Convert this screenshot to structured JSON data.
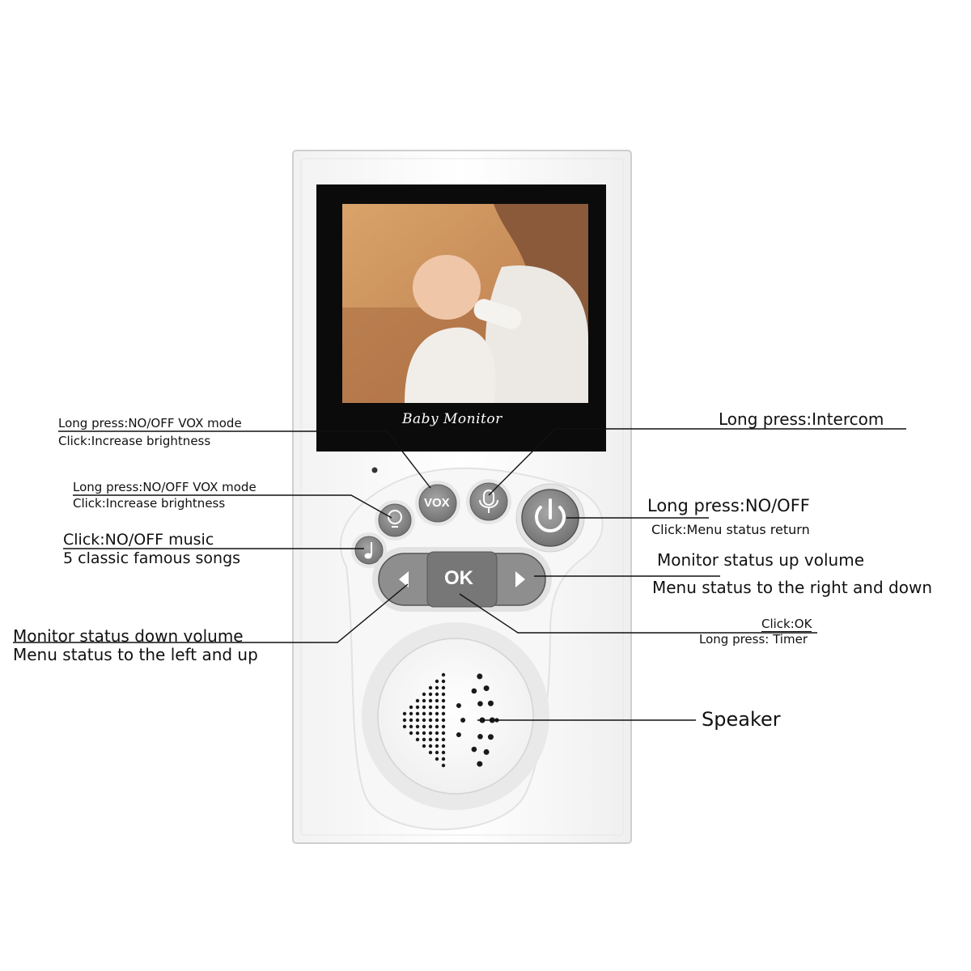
{
  "device": {
    "brand_logo": "Baby Monitor",
    "buttons": {
      "vox": "VOX",
      "ok": "OK"
    }
  },
  "callouts": {
    "vox_line1": "Long press:NO/OFF VOX mode",
    "vox_line2": "Click:Increase brightness",
    "light_line1": "Long press:NO/OFF VOX mode",
    "light_line2": "Click:Increase brightness",
    "music_line1": "Click:NO/OFF music",
    "music_line2": "5 classic famous songs",
    "left_line1": "Monitor status down volume",
    "left_line2": "Menu status to the left and up",
    "intercom": "Long press:Intercom",
    "power_line1": "Long  press:NO/OFF",
    "power_line2": "Click:Menu status return",
    "right_line1": "Monitor status up volume",
    "right_line2": "Menu status to the right and down",
    "ok_line1": "Click:OK",
    "ok_line2": "Long press: Timer",
    "speaker": "Speaker"
  },
  "colors": {
    "device_body": "#fbfbfb",
    "screen_bezel": "#0b0b0b",
    "button_gray": "#8c8c8c",
    "button_dark": "#6e6e6e",
    "button_ring": "#d9d9d9",
    "leader_line": "#111111"
  },
  "icons": [
    "vox-icon",
    "microphone-icon",
    "power-icon",
    "light-bulb-icon",
    "music-note-icon",
    "chevron-left-icon",
    "chevron-right-icon",
    "ok-icon",
    "speaker-grille-icon"
  ]
}
